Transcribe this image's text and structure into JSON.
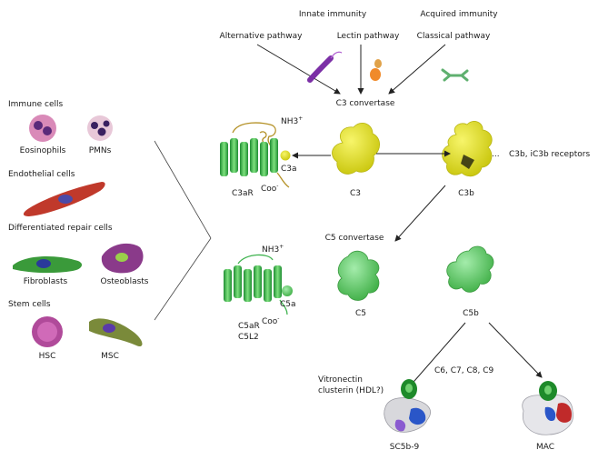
{
  "pathways": {
    "innate_immunity": "Innate immunity",
    "acquired_immunity": "Acquired immunity",
    "alternative": "Alternative pathway",
    "lectin": "Lectin pathway",
    "classical": "Classical pathway"
  },
  "cascade": {
    "c3_convertase": "C3 convertase",
    "c3": "C3",
    "c3b": "C3b",
    "ellipsis": "...",
    "c3b_receptors": "C3b, iC3b receptors",
    "c5_convertase": "C5 convertase",
    "c5": "C5",
    "c5b": "C5b",
    "c6_c9": "C6, C7, C8, C9",
    "vitronectin": "Vitronectin",
    "clusterin": "clusterin (HDL?)",
    "sc5b9": "SC5b-9",
    "mac": "MAC"
  },
  "receptors": {
    "c3a": "C3a",
    "c3ar": "C3aR",
    "c5a": "C5a",
    "c5ar": "C5aR",
    "c5l2": "C5L2",
    "nh3": "NH3",
    "nh3_plus": "+",
    "coo": "Coo",
    "coo_minus": "-"
  },
  "cells": {
    "immune_heading": "Immune cells",
    "eosinophils": "Eosinophils",
    "pmns": "PMNs",
    "endothelial_heading": "Endothelial cells",
    "repair_heading": "Differentiated repair cells",
    "fibroblasts": "Fibroblasts",
    "osteoblasts": "Osteoblasts",
    "stem_heading": "Stem cells",
    "hsc": "HSC",
    "msc": "MSC"
  },
  "colors": {
    "yellow_protein": "#e8e616",
    "green_protein": "#5cc95c",
    "helix": "#3fb34f",
    "chain": "#b49126",
    "arrow": "#222222"
  }
}
